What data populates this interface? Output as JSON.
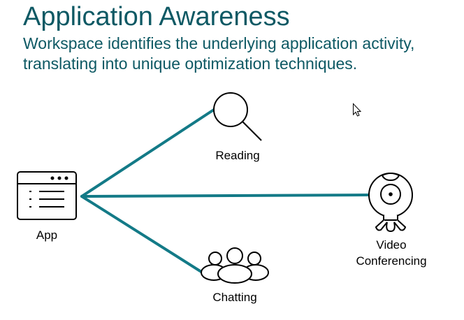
{
  "slide": {
    "title": "Application Awareness",
    "subtitle": "Workspace identifies the underlying application activity, translating into unique optimization techniques."
  },
  "diagram": {
    "connector_color": "#137a87",
    "text_color": "#0e5964",
    "nodes": {
      "app": {
        "label": "App",
        "icon": "app-window-icon"
      },
      "reading": {
        "label": "Reading",
        "icon": "magnifier-icon"
      },
      "video": {
        "label": "Video\nConferencing",
        "label_line1": "Video",
        "label_line2": "Conferencing",
        "icon": "webcam-icon"
      },
      "chatting": {
        "label": "Chatting",
        "icon": "people-group-icon"
      }
    },
    "edges": [
      {
        "from": "app",
        "to": "reading"
      },
      {
        "from": "app",
        "to": "video"
      },
      {
        "from": "app",
        "to": "chatting"
      }
    ]
  },
  "cursor": {
    "icon": "mouse-pointer-icon"
  }
}
